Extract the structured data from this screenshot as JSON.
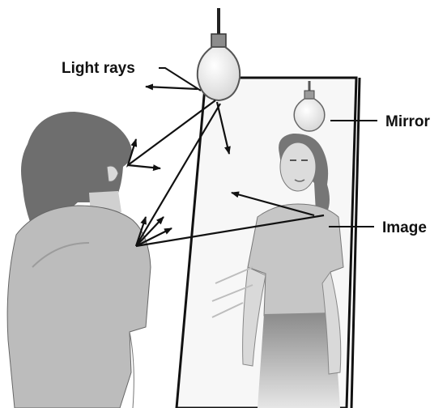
{
  "labels": {
    "light_rays": "Light rays",
    "mirror": "Mirror",
    "image": "Image"
  },
  "icons": [
    "light-bulb",
    "mirror-frame",
    "person",
    "reflected-person",
    "arrow"
  ],
  "colors": {
    "background": "#ffffff",
    "ink": "#111111",
    "hair": "#6e6e6e",
    "shirt": "#bcbcbc",
    "reflection_shirt": "#c6c6c6",
    "skin": "#d9d9d9",
    "skirt": "#8a8a8a",
    "shadow": "#d3d3d3",
    "bulb_glass": "#f1f1f1"
  }
}
